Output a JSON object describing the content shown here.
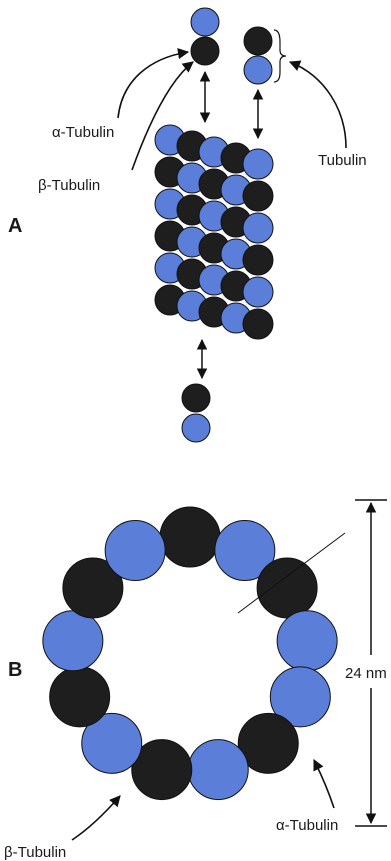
{
  "panel_a": {
    "letter": "A",
    "alpha_label": "α-Tubulin",
    "beta_label": "β-Tubulin",
    "tubulin_label": "Tubulin",
    "lattice_rows": 6,
    "lattice_cols": 5
  },
  "panel_b": {
    "letter": "B",
    "dimension_label": "24 nm",
    "beta_label": "β-Tubulin",
    "alpha_label": "α-Tubulin",
    "ring_subunits": [
      "black",
      "blue",
      "black",
      "blue",
      "blue",
      "black",
      "blue",
      "black",
      "blue",
      "black",
      "blue",
      "black",
      "blue"
    ]
  },
  "colors": {
    "alpha_blue": "#5b7fd9",
    "beta_black": "#1e1e1e",
    "stroke": "#111111",
    "background": "#ffffff"
  }
}
